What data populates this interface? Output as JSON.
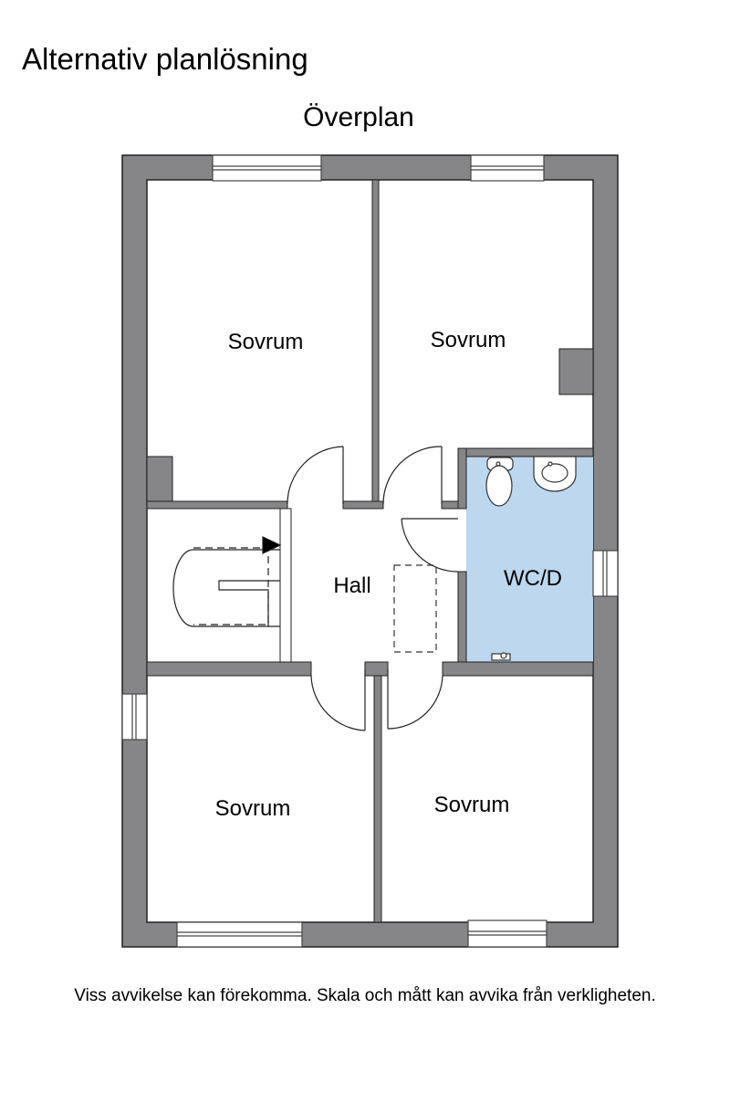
{
  "header": {
    "title": "Alternativ planlösning",
    "floor": "Överplan"
  },
  "rooms": [
    {
      "id": "bedroom-nw",
      "label": "Sovrum"
    },
    {
      "id": "bedroom-ne",
      "label": "Sovrum"
    },
    {
      "id": "hall",
      "label": "Hall"
    },
    {
      "id": "bathroom",
      "label": "WC/D"
    },
    {
      "id": "bedroom-sw",
      "label": "Sovrum"
    },
    {
      "id": "bedroom-se",
      "label": "Sovrum"
    }
  ],
  "footer": {
    "disclaimer": "Viss avvikelse kan förekomma. Skala och mått kan avvika från verkligheten."
  },
  "colors": {
    "wall": "#868688",
    "bathroom_fill": "#bdd7ee",
    "background": "#ffffff"
  }
}
